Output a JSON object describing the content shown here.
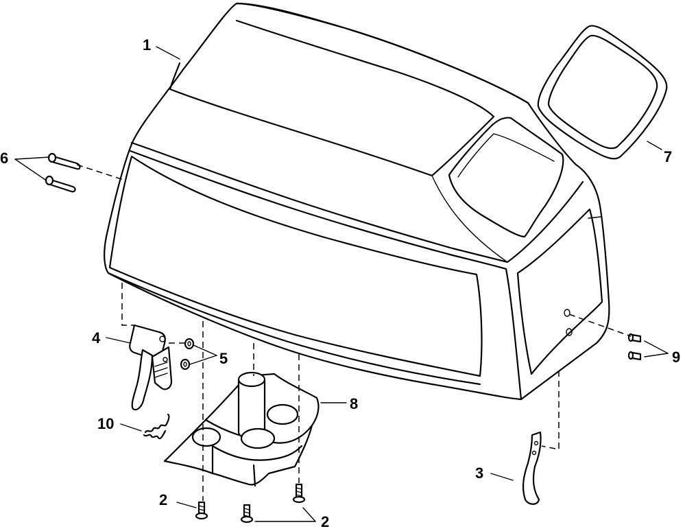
{
  "callouts": {
    "c1": "1",
    "c2a": "2",
    "c2b": "2",
    "c3": "3",
    "c4": "4",
    "c5": "5",
    "c6": "6",
    "c7": "7",
    "c8": "8",
    "c9": "9",
    "c10": "10"
  }
}
